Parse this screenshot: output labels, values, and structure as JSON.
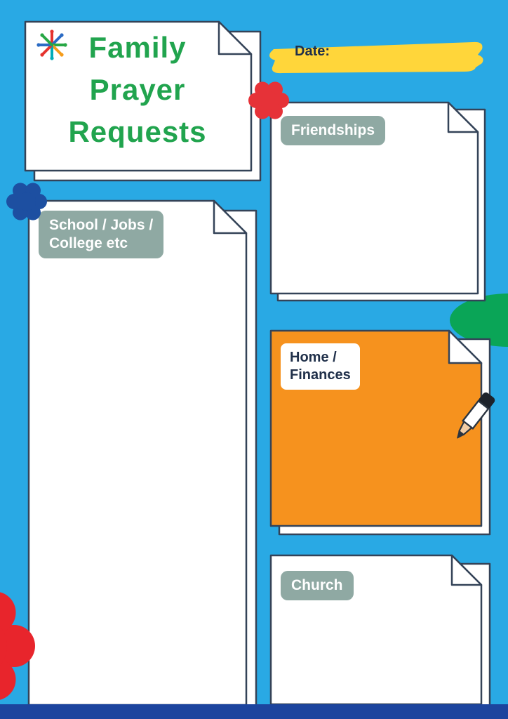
{
  "title": {
    "line1": "Family",
    "line2": "Prayer",
    "line3": "Requests"
  },
  "date": {
    "label": "Date:"
  },
  "sections": {
    "friendships": {
      "label": "Friendships"
    },
    "school": {
      "label_line1": "School / Jobs /",
      "label_line2": "College etc"
    },
    "home": {
      "label_line1": "Home /",
      "label_line2": "Finances"
    },
    "church": {
      "label": "Church"
    }
  },
  "icons": {
    "people_star": "people-star-icon",
    "red_flower": "red-flower-icon",
    "blue_flower": "blue-flower-icon",
    "marker_pen": "marker-pen-icon",
    "green_circle": "green-circle-decoration",
    "red_blob": "red-blob-decoration"
  },
  "colors": {
    "bg": "#29A9E4",
    "outline": "#344358",
    "title_green": "#21A44E",
    "banner_yellow": "#FFD63A",
    "label_sage": "#8FA9A3",
    "navy_text": "#20304A",
    "card_orange": "#F6921E",
    "flower_red": "#E63238",
    "flower_blue": "#1D4FA1",
    "blob_red": "#E8252C",
    "circle_green": "#0AA557",
    "bottom_bar": "#1C449E"
  }
}
